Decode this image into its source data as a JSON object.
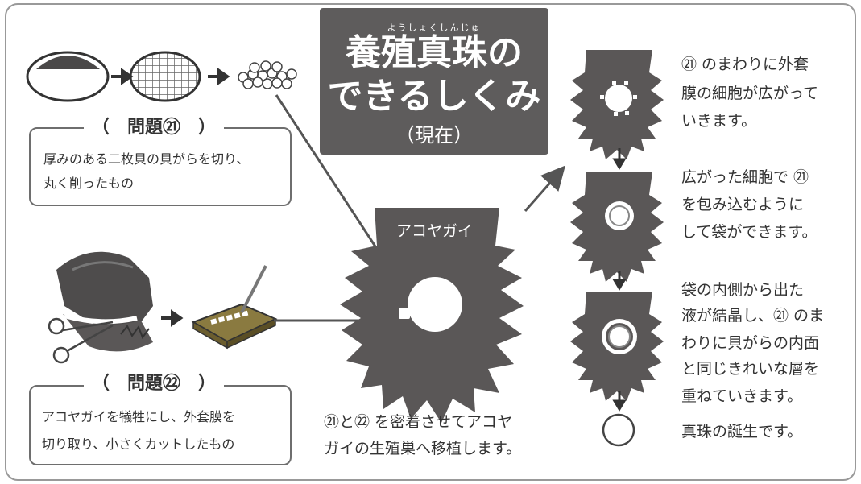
{
  "title": {
    "ruby": "ようしょくしんじゅ",
    "line1": "養殖真珠の",
    "line2": "できるしくみ",
    "sub": "（現在）"
  },
  "problem21": {
    "label": "（　問題㉑　）",
    "desc_line1": "厚みのある二枚貝の貝がらを切り、",
    "desc_line2": "丸く削ったもの"
  },
  "problem22": {
    "label": "（　問題㉒　）",
    "desc_line1": "アコヤガイを犠牲にし、外套膜を",
    "desc_line2": "切り取り、小さくカットしたもの"
  },
  "center": {
    "shell_label": "アコヤガイ",
    "caption_line1": "㉑と㉒ を密着させてアコヤ",
    "caption_line2": "ガイの生殖巣へ移植します。"
  },
  "steps": [
    {
      "line1": "㉑ のまわりに外套",
      "line2": "膜の細胞が広がって",
      "line3": "いきます。"
    },
    {
      "line1": "広がった細胞で ㉑",
      "line2": "を包み込むように",
      "line3": "して袋ができます。"
    },
    {
      "line1": "袋の内側から出た",
      "line2": "液が結晶し、㉑ のま",
      "line3": "わりに貝がらの内面",
      "line4": "と同じきれいな層を",
      "line5": "重ねていきます。"
    },
    {
      "line1": "真珠の誕生です。"
    }
  ],
  "colors": {
    "shell": "#5a5757",
    "title_bg": "#5e5c5c",
    "frame": "#999999",
    "arrow": "#555555"
  }
}
